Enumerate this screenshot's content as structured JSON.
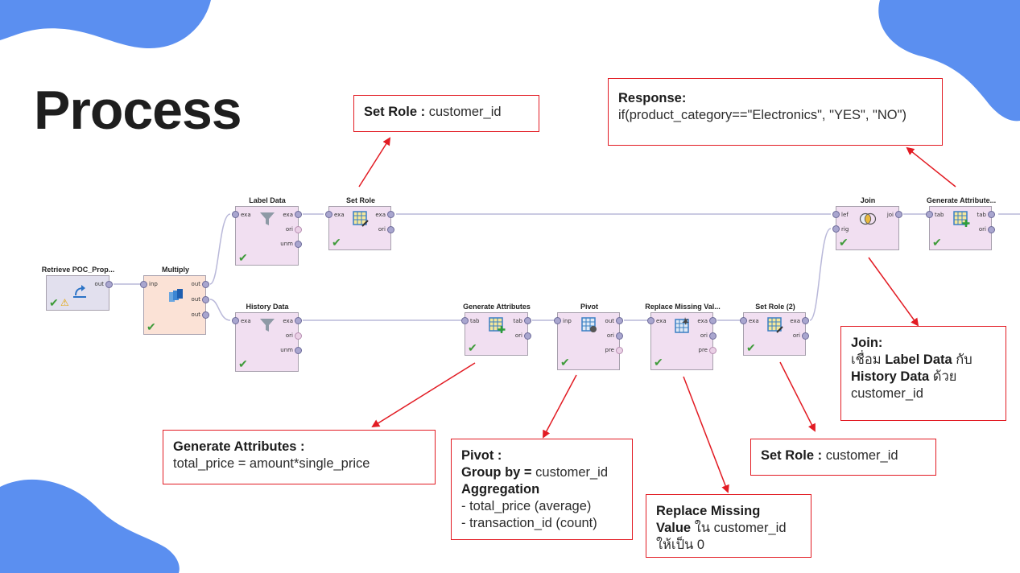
{
  "title": "Process",
  "operators": {
    "retrieve": {
      "title": "Retrieve POC_Prop...",
      "ports_out": [
        "out"
      ]
    },
    "multiply": {
      "title": "Multiply",
      "ports_in": [
        "inp"
      ],
      "ports_out": [
        "out",
        "out",
        "out"
      ]
    },
    "label_data": {
      "title": "Label Data",
      "ports_in": [
        "exa"
      ],
      "ports_out": [
        "exa",
        "ori",
        "unm"
      ]
    },
    "set_role": {
      "title": "Set Role",
      "ports_in": [
        "exa"
      ],
      "ports_out": [
        "exa",
        "ori"
      ]
    },
    "history_data": {
      "title": "History Data",
      "ports_in": [
        "exa"
      ],
      "ports_out": [
        "exa",
        "ori",
        "unm"
      ]
    },
    "gen_attr": {
      "title": "Generate Attributes",
      "ports_in": [
        "tab"
      ],
      "ports_out": [
        "tab",
        "ori"
      ]
    },
    "pivot": {
      "title": "Pivot",
      "ports_in": [
        "inp"
      ],
      "ports_out": [
        "out",
        "ori",
        "pre"
      ]
    },
    "replace_missing": {
      "title": "Replace Missing Val...",
      "ports_in": [
        "exa"
      ],
      "ports_out": [
        "exa",
        "ori",
        "pre"
      ]
    },
    "set_role2": {
      "title": "Set Role (2)",
      "ports_in": [
        "exa"
      ],
      "ports_out": [
        "exa",
        "ori"
      ]
    },
    "join": {
      "title": "Join",
      "ports_in": [
        "lef",
        "rig"
      ],
      "ports_out": [
        "joi"
      ]
    },
    "gen_attr2": {
      "title": "Generate Attribute...",
      "ports_in": [
        "tab"
      ],
      "ports_out": [
        "tab",
        "ori"
      ]
    }
  },
  "callouts": {
    "set_role_top": {
      "bold": "Set Role :",
      "text": " customer_id"
    },
    "response": {
      "bold": "Response:",
      "text": "if(product_category==\"Electronics\", \"YES\", \"NO\")"
    },
    "join": {
      "bold": "Join:",
      "line2_a": "เชื่อม ",
      "line2_b": "Label Data",
      "line2_c": " กับ",
      "line3_a": "History Data",
      "line3_b": " ด้วย",
      "line4": "customer_id"
    },
    "set_role_bottom": {
      "bold": "Set Role :",
      "text": " customer_id"
    },
    "gen_attr": {
      "bold": "Generate Attributes :",
      "text": "total_price = amount*single_price"
    },
    "pivot": {
      "bold1": "Pivot :",
      "bold2": "Group by = ",
      "group_by": "customer_id",
      "bold3": "Aggregation",
      "agg1": "- total_price (average)",
      "agg2": "- transaction_id (count)"
    },
    "replace": {
      "bold1": "Replace Missing",
      "bold2": "Value",
      "text2": " ใน customer_id",
      "text3": "ให้เป็น 0"
    }
  },
  "colors": {
    "accent_blue": "#5b8ff0",
    "callout_red": "#e21b23",
    "wire": "#b9b8d9",
    "check_green": "#3f9b3a"
  }
}
